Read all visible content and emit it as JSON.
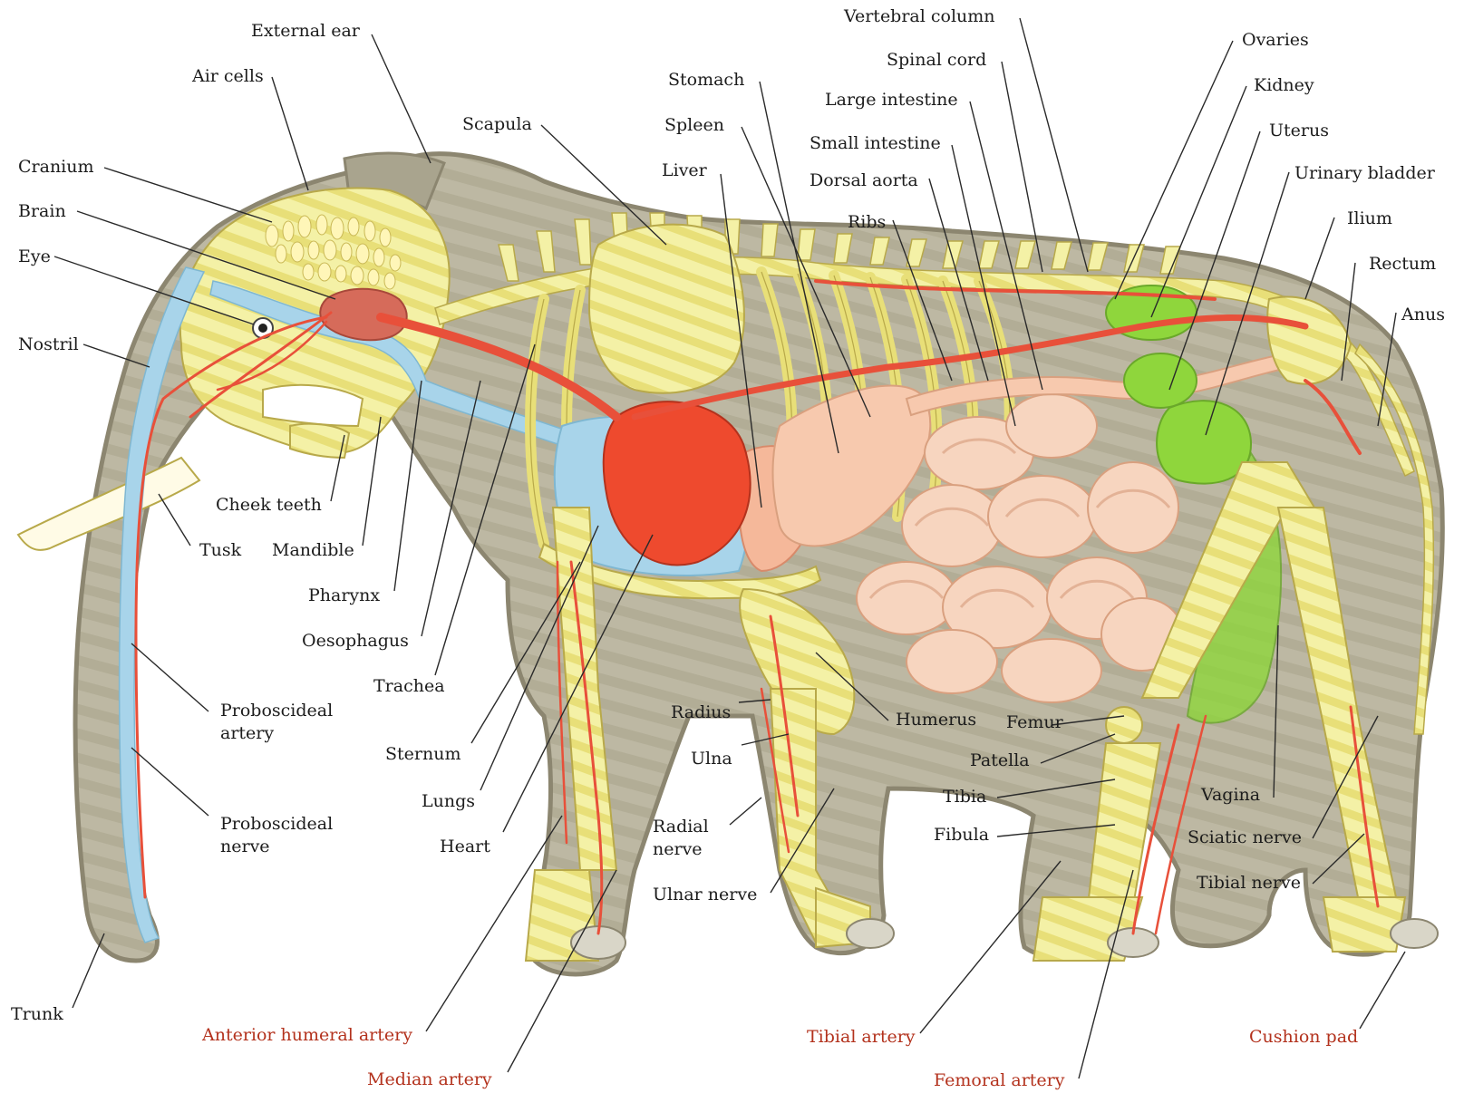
{
  "colors": {
    "body": "#b9b39d",
    "body_outline": "#8c8670",
    "bone": "#f2ef9c",
    "bone_stripe": "#e6dc6e",
    "artery": "#e8503a",
    "nerve_blue": "#a8d4ea",
    "heart": "#ee4a2e",
    "intestine": "#f7c9ae",
    "green_organs": "#8fd63c",
    "label_text": "#1c1c1c",
    "artery_label": "#b3321d"
  },
  "labels": {
    "external_ear": "External ear",
    "air_cells": "Air cells",
    "cranium": "Cranium",
    "brain": "Brain",
    "eye": "Eye",
    "nostril": "Nostril",
    "scapula": "Scapula",
    "stomach": "Stomach",
    "spleen": "Spleen",
    "liver": "Liver",
    "vertebral_column": "Vertebral column",
    "spinal_cord": "Spinal cord",
    "large_intestine": "Large intestine",
    "small_intestine": "Small intestine",
    "dorsal_aorta": "Dorsal aorta",
    "ribs": "Ribs",
    "ovaries": "Ovaries",
    "kidney": "Kidney",
    "uterus": "Uterus",
    "urinary_bladder": "Urinary bladder",
    "ilium": "Ilium",
    "rectum": "Rectum",
    "anus": "Anus",
    "cheek_teeth": "Cheek teeth",
    "tusk": "Tusk",
    "mandible": "Mandible",
    "pharynx": "Pharynx",
    "oesophagus": "Oesophagus",
    "trachea": "Trachea",
    "proboscideal_artery_1": "Proboscideal",
    "proboscideal_artery_2": "artery",
    "sternum": "Sternum",
    "lungs": "Lungs",
    "heart": "Heart",
    "proboscideal_nerve_1": "Proboscideal",
    "proboscideal_nerve_2": "nerve",
    "radius": "Radius",
    "ulna": "Ulna",
    "radial_nerve_1": "Radial",
    "radial_nerve_2": "nerve",
    "ulnar_nerve": "Ulnar nerve",
    "humerus": "Humerus",
    "femur": "Femur",
    "patella": "Patella",
    "tibia": "Tibia",
    "fibula": "Fibula",
    "vagina": "Vagina",
    "sciatic_nerve": "Sciatic nerve",
    "tibial_nerve": "Tibial nerve",
    "trunk": "Trunk",
    "anterior_humeral_artery": "Anterior humeral artery",
    "median_artery": "Median artery",
    "tibial_artery": "Tibial artery",
    "femoral_artery": "Femoral artery",
    "cushion_pad": "Cushion pad"
  }
}
